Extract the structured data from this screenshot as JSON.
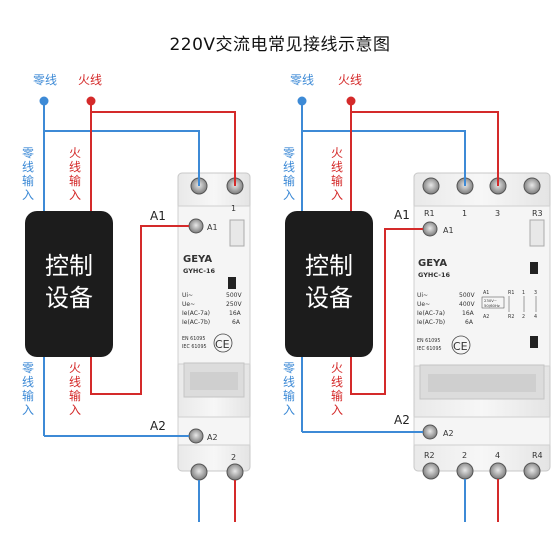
{
  "title": "220V交流电常见接线示意图",
  "colors": {
    "neutral": "#3d8ad6",
    "live": "#d42a2a",
    "box": "#1c1c1c",
    "device": "#f2f2f2",
    "edge": "#c8c8c8"
  },
  "left": {
    "neutral_label": "零线",
    "live_label": "火线",
    "neutral_input_top": [
      "零",
      "线",
      "输",
      "入"
    ],
    "live_input_top": [
      "火",
      "线",
      "输",
      "入"
    ],
    "neutral_input_bottom": [
      "零",
      "线",
      "输",
      "入"
    ],
    "live_input_bottom": [
      "火",
      "线",
      "输",
      "入"
    ],
    "control_box": [
      "控制",
      "设备"
    ],
    "a1_label": "A1",
    "a2_label": "A2",
    "device": {
      "top_terminal": "1",
      "bottom_terminal": "2",
      "a1": "A1",
      "a2": "A2",
      "brand": "GEYA",
      "model": "GYHC-16",
      "spec_labels": [
        "Ui~",
        "Ue~",
        "Ie(AC-7a)",
        "Ie(AC-7b)"
      ],
      "spec_values": [
        "500V",
        "250V",
        "16A",
        "6A"
      ],
      "standards": [
        "EN 61095",
        "IEC 61095"
      ],
      "ce": "CE"
    }
  },
  "right": {
    "neutral_label": "零线",
    "live_label": "火线",
    "neutral_input_top": [
      "零",
      "线",
      "输",
      "入"
    ],
    "live_input_top": [
      "火",
      "线",
      "输",
      "入"
    ],
    "neutral_input_bottom": [
      "零",
      "线",
      "输",
      "入"
    ],
    "live_input_bottom": [
      "火",
      "线",
      "输",
      "入"
    ],
    "control_box": [
      "控制",
      "设备"
    ],
    "a1_label": "A1",
    "a2_label": "A2",
    "device": {
      "top_terminals": [
        "R1",
        "1",
        "3",
        "R3"
      ],
      "bottom_terminals": [
        "R2",
        "2",
        "4",
        "R4"
      ],
      "a1": "A1",
      "a2": "A2",
      "brand": "GEYA",
      "model": "GYHC-16",
      "spec_labels": [
        "Ui~",
        "Ue~",
        "Ie(AC-7a)",
        "Ie(AC-7b)"
      ],
      "spec_values": [
        "500V",
        "400V",
        "16A",
        "6A"
      ],
      "coil_rating": [
        "230V~",
        "50/60Hz"
      ],
      "schematic_top": [
        "A1",
        "R1",
        "1",
        "3"
      ],
      "schematic_bottom": [
        "A2",
        "R2",
        "2",
        "4"
      ],
      "standards": [
        "EN 61095",
        "IEC 61095"
      ],
      "ce": "CE"
    }
  }
}
